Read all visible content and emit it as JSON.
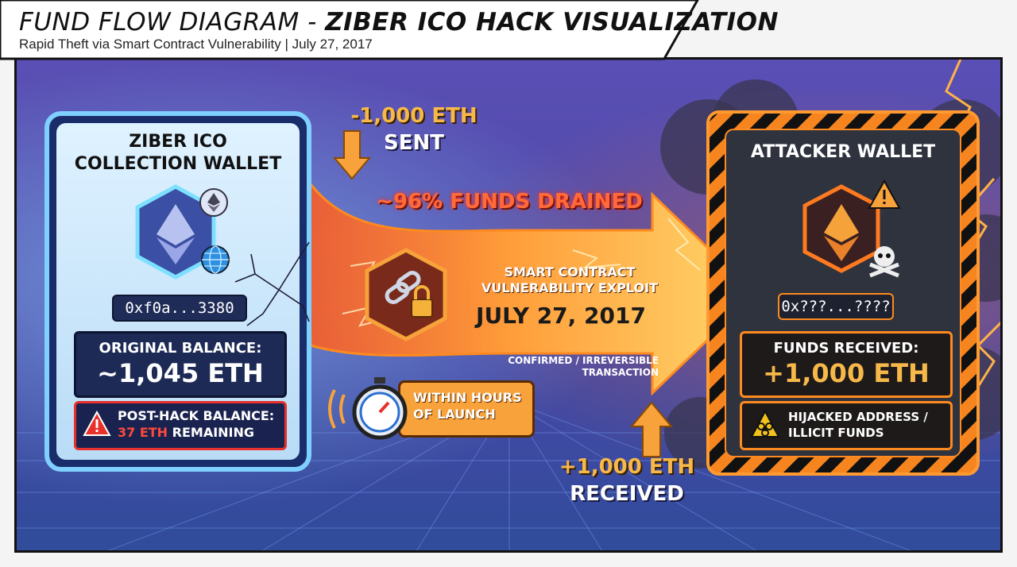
{
  "header": {
    "title_prefix": "FUND FLOW DIAGRAM - ",
    "title_bold": "ZIBER ICO HACK VISUALIZATION",
    "subtitle": "Rapid Theft via Smart Contract Vulnerability | July 27, 2017"
  },
  "source_wallet": {
    "title_line1": "ZIBER ICO",
    "title_line2": "COLLECTION WALLET",
    "address": "0xf0a...3380",
    "original_label": "ORIGINAL BALANCE:",
    "original_value": "~1,045 ETH",
    "post_label": "POST-HACK BALANCE:",
    "post_value_highlight": "37 ETH",
    "post_value_rest": " REMAINING"
  },
  "flow": {
    "sent_amount": "-1,000 ETH",
    "sent_label": "SENT",
    "drained": "~96% FUNDS DRAINED",
    "exploit_line1": "SMART CONTRACT",
    "exploit_line2": "VULNERABILITY EXPLOIT",
    "date": "JULY 27, 2017",
    "confirm_line1": "CONFIRMED / IRREVERSIBLE",
    "confirm_line2": "TRANSACTION",
    "timer_line1": "WITHIN HOURS",
    "timer_line2": "OF LAUNCH",
    "received_amount": "+1,000 ETH",
    "received_label": "RECEIVED"
  },
  "attacker_wallet": {
    "title": "ATTACKER WALLET",
    "address": "0x???...????",
    "funds_label": "FUNDS RECEIVED:",
    "funds_value": "+1,000 ETH",
    "warning_line1": "HIJACKED ADDRESS /",
    "warning_line2": "ILLICIT FUNDS"
  },
  "colors": {
    "accent_orange": "#f7a23a",
    "alert_red": "#e8312a",
    "source_blue": "#6ec3ff",
    "background_purple": "#4a3f9e"
  },
  "icons": [
    "ethereum-icon",
    "globe-icon",
    "broken-chain-lock-icon",
    "stopwatch-icon",
    "warning-icon",
    "skull-crossbones-icon",
    "biohazard-icon",
    "down-arrow-icon",
    "up-arrow-icon"
  ]
}
